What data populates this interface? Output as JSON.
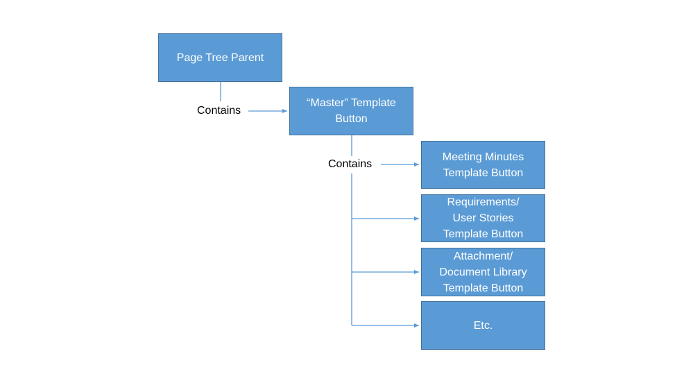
{
  "diagram": {
    "colors": {
      "box_fill": "#5b9bd5",
      "box_border": "#41719c",
      "connector": "#5b9bd5"
    },
    "nodes": {
      "page_tree_parent": "Page Tree Parent",
      "master_template_button": "“Master” Template\nButton",
      "meeting_minutes": "Meeting Minutes\nTemplate Button",
      "requirements": "Requirements/\nUser Stories\nTemplate Button",
      "attachment": "Attachment/\nDocument Library\nTemplate Button",
      "etc": "Etc."
    },
    "edge_labels": {
      "contains_1": "Contains",
      "contains_2": "Contains"
    }
  }
}
